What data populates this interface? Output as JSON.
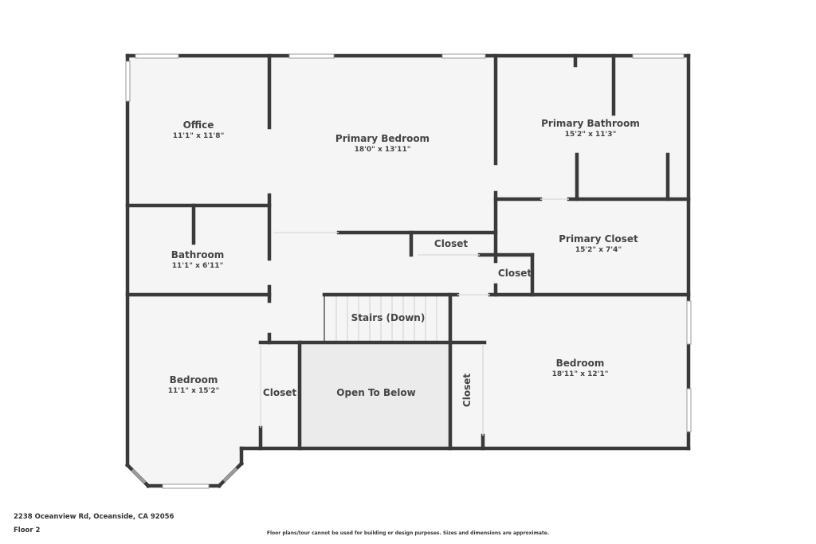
{
  "rooms": {
    "office": {
      "name": "Office",
      "dims": "11'1\" x 11'8\""
    },
    "primary_bedroom": {
      "name": "Primary Bedroom",
      "dims": "18'0\" x 13'11\""
    },
    "primary_bathroom": {
      "name": "Primary Bathroom",
      "dims": "15'2\" x 11'3\""
    },
    "bathroom": {
      "name": "Bathroom",
      "dims": "11'1\" x 6'11\""
    },
    "primary_closet": {
      "name": "Primary Closet",
      "dims": "15'2\" x 7'4\""
    },
    "closet_hall": {
      "name": "Closet"
    },
    "closet_small": {
      "name": "Closet"
    },
    "stairs": {
      "name": "Stairs (Down)"
    },
    "bedroom_left": {
      "name": "Bedroom",
      "dims": "11'1\" x 15'2\""
    },
    "closet_left": {
      "name": "Closet"
    },
    "open_to_below": {
      "name": "Open To Below"
    },
    "closet_right": {
      "name": "Closet"
    },
    "bedroom_right": {
      "name": "Bedroom",
      "dims": "18'11\" x 12'1\""
    }
  },
  "footer": {
    "address": "2238 Oceanview Rd, Oceanside, CA 92056",
    "floor": "Floor 2",
    "disclaimer": "Floor plans/tour cannot be used for building or design purposes. Sizes and dimensions are approximate."
  },
  "colors": {
    "wall": "#3a3a3a",
    "floor": "#f5f5f5",
    "open_to_below": "#eaeaea",
    "window": "#ffffff"
  }
}
